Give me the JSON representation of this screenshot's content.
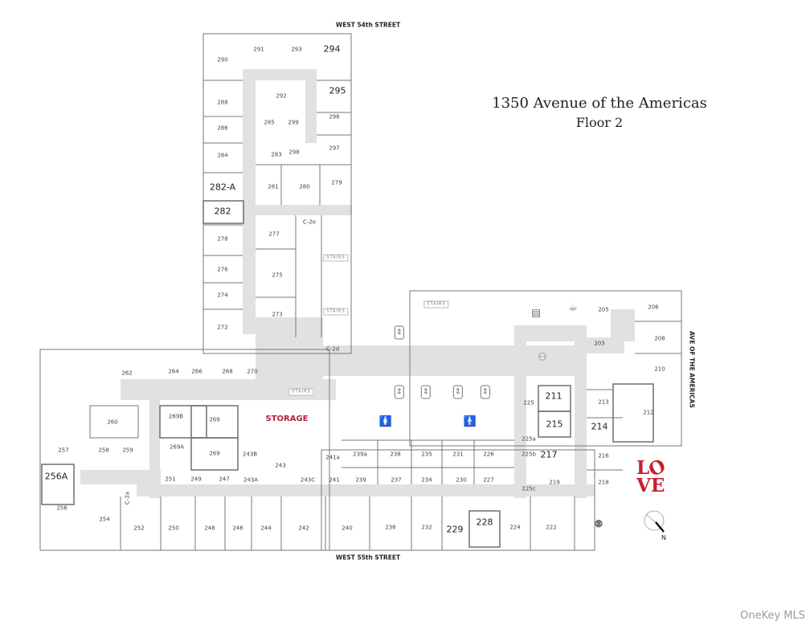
{
  "title": {
    "line1": "1350  Avenue of the Americas",
    "line2": "Floor 2"
  },
  "streets": {
    "north": "WEST 54th STREET",
    "south": "WEST 55th STREET",
    "east": "AVE OF THE AMERICAS"
  },
  "logo": {
    "text": "LOVE",
    "color": "#c8202f"
  },
  "compass": {
    "label": "N"
  },
  "watermark": "OneKey MLS",
  "colors": {
    "corridor": "#e1e1e1",
    "wall": "#777777",
    "storage": "#b3213a"
  },
  "rooms": [
    "290",
    "291",
    "293",
    "294",
    "295",
    "292",
    "285",
    "299",
    "296",
    "288",
    "286",
    "284",
    "283",
    "298",
    "297",
    "282-A",
    "281",
    "280",
    "279",
    "282",
    "C-2e",
    "278",
    "277",
    "276",
    "275",
    "274",
    "273",
    "272",
    "262",
    "264",
    "266",
    "268",
    "270",
    "C-2d",
    "260",
    "269B",
    "269",
    "257",
    "258",
    "259",
    "269A",
    "269",
    "243B",
    "243",
    "241a",
    "256A",
    "251",
    "249",
    "247",
    "243A",
    "243C",
    "241",
    "256",
    "254",
    "C-2a",
    "252",
    "250",
    "248",
    "246",
    "244",
    "242",
    "240",
    "205",
    "206",
    "203",
    "208",
    "210",
    "225",
    "211",
    "215",
    "213",
    "212",
    "214",
    "225a",
    "239a",
    "238",
    "235",
    "231",
    "226",
    "225b",
    "217",
    "216",
    "239",
    "237",
    "234",
    "230",
    "227",
    "219",
    "218",
    "225c",
    "236",
    "232",
    "229",
    "228",
    "224",
    "222"
  ],
  "special": {
    "storage": "STORAGE",
    "stairs": "STAIRS"
  },
  "icons": [
    "elevator-icon",
    "elevator-icon",
    "elevator-icon",
    "elevator-icon",
    "elevator-icon",
    "womens-restroom-icon",
    "mens-restroom-icon",
    "coffee-icon",
    "kitchen-icon",
    "reception-icon",
    "conference-icon"
  ]
}
